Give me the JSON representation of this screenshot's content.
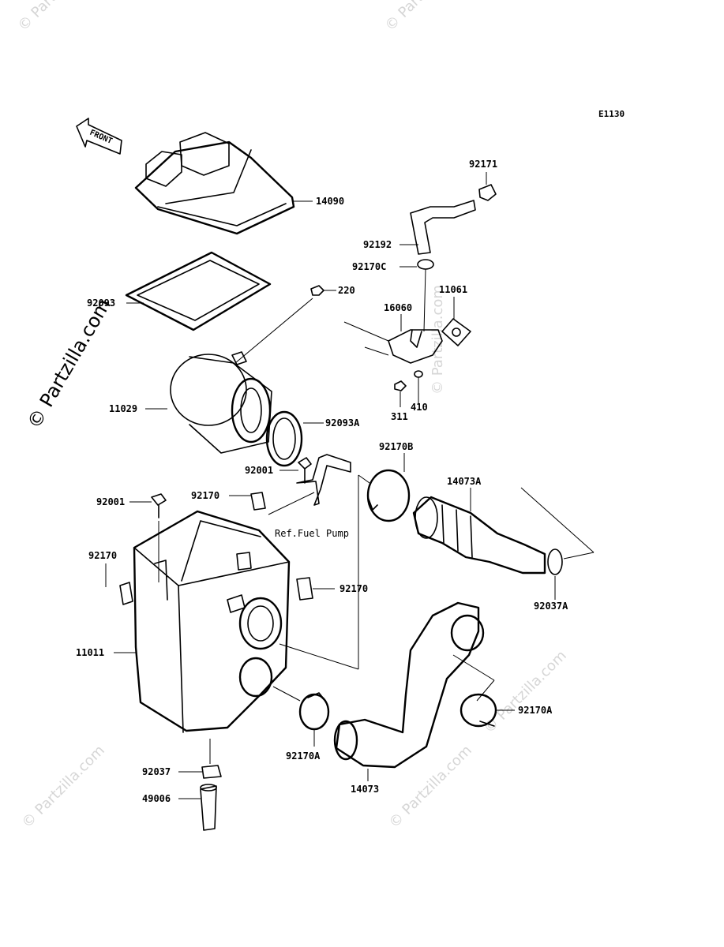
{
  "diagram_code": "E1130",
  "front_label": "FRONT",
  "ref_note": "Ref.Fuel Pump",
  "watermarks": {
    "main": "© Partzilla.com",
    "faint": "© Partzilla.com"
  },
  "parts": {
    "p14090": "14090",
    "p92093": "92093",
    "p220": "220",
    "p92171": "92171",
    "p92192": "92192",
    "p92170C": "92170C",
    "p11061": "11061",
    "p16060": "16060",
    "p311": "311",
    "p410": "410",
    "p11029": "11029",
    "p92093A": "92093A",
    "p92170B": "92170B",
    "p92001a": "92001",
    "p92170a": "92170",
    "p14073A": "14073A",
    "p92001b": "92001",
    "p92170b": "92170",
    "p92170c": "92170",
    "p92037A": "92037A",
    "p11011": "11011",
    "p92170A1": "92170A",
    "p92170A2": "92170A",
    "p92037": "92037",
    "p14073": "14073",
    "p49006": "49006"
  }
}
